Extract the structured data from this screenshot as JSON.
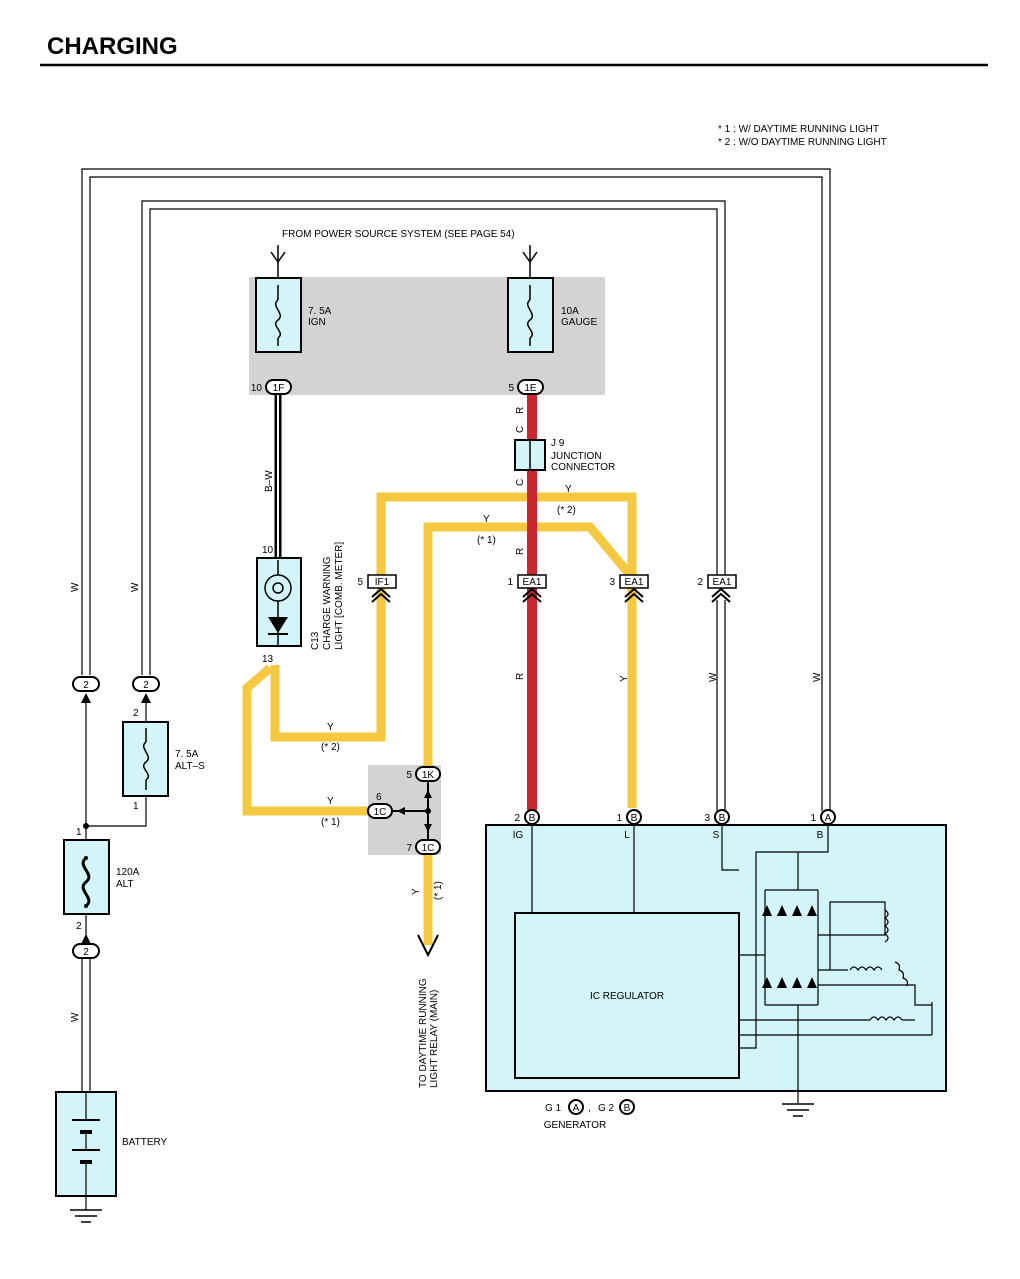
{
  "title": "CHARGING",
  "notes": [
    "* 1 : W/ DAYTIME RUNNING LIGHT",
    "* 2 : W/O DAYTIME RUNNING LIGHT"
  ],
  "power_source": "FROM POWER SOURCE SYSTEM (SEE PAGE 54)",
  "fuses": {
    "ign": {
      "rating": "7. 5A",
      "name": "IGN"
    },
    "gauge": {
      "rating": "10A",
      "name": "GAUGE"
    },
    "alt_s": {
      "rating": "7. 5A",
      "name": "ALT–S"
    },
    "alt": {
      "rating": "120A",
      "name": "ALT"
    }
  },
  "connectors": {
    "c1F": "1F",
    "c1E": "1E",
    "c1K": "1K",
    "c1C_a": "1C",
    "c1C_b": "1C",
    "IF1": "IF1",
    "EA1_a": "EA1",
    "EA1_b": "EA1",
    "EA1_c": "EA1",
    "alt_top": "2",
    "alts_top": "2",
    "alt_bot": "2"
  },
  "pins": {
    "p10_1F": "10",
    "p5_1E": "5",
    "p10_meter": "10",
    "p13_meter": "13",
    "p5_IF1": "5",
    "p1_EA1": "1",
    "p3_EA1": "3",
    "p2_EA1": "2",
    "p5_1K": "5",
    "p6_1C": "6",
    "p7_1C": "7",
    "p2_alts": "2",
    "p1_alts": "1",
    "p1_alt": "1",
    "p2_alt": "2",
    "g_ig": "2",
    "g_l": "1",
    "g_s": "3",
    "g_b": "1"
  },
  "gen_letters": {
    "ig": "B",
    "l": "B",
    "s": "B",
    "b": "A"
  },
  "wire_colors": {
    "bw": "B–W",
    "r1": "R",
    "c1": "C",
    "c2": "C",
    "r2": "R",
    "r3": "R",
    "y_top": "Y",
    "y_s2": "(* 2)",
    "y_mid": "Y",
    "y_s1": "(* 1)",
    "y_ea1": "Y",
    "w_ea1": "W",
    "w_right": "W",
    "w_left1": "W",
    "w_left2": "W",
    "w_batt": "W",
    "y_low1": "Y",
    "y_low1_s": "(* 2)",
    "y_low2": "Y",
    "y_low2_s": "(* 1)",
    "y_out": "Y",
    "y_out_s": "(* 1)"
  },
  "components": {
    "junction": {
      "id": "J 9",
      "line1": "JUNCTION",
      "line2": "CONNECTOR"
    },
    "meter": {
      "id": "C13",
      "line1": "CHARGE WARNING",
      "line2": "LIGHT [COMB. METER]"
    },
    "battery": "BATTERY",
    "ic_regulator": "IC REGULATOR",
    "generator": "GENERATOR",
    "gen_conn1": "G 1",
    "gen_conn1_letter": "A",
    "gen_conn2": "G 2",
    "gen_conn2_letter": "B",
    "gen_sep": ","
  },
  "gen_terminals": {
    "ig": "IG",
    "l": "L",
    "s": "S",
    "b": "B"
  },
  "daytime_relay": {
    "line1": "TO DAYTIME RUNNING",
    "line2": "LIGHT RELAY (MAIN)"
  },
  "colors": {
    "red": "#c8282d",
    "yellow": "#f5c842",
    "cyan": "#d3f5fa",
    "gray": "#d3d3d3"
  }
}
